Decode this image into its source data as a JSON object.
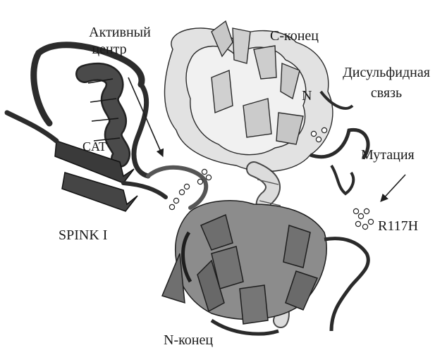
{
  "figure": {
    "labels": {
      "active_center_line1": "Активный",
      "active_center_line2": "центр",
      "c_terminus": "С-конец",
      "disulfide_line1": "Дисульфидная",
      "disulfide_line2": "связь",
      "n_inner": "N",
      "cat": "CAT",
      "mutation": "Мутация",
      "r117h": "R117H",
      "spink": "SPINK I",
      "n_terminus": "N-конец"
    },
    "colors": {
      "dark_domain": "#3c3c3c",
      "light_domain": "#d2d2d2",
      "mid_domain": "#7a7a7a",
      "outline": "#1e1e1e"
    }
  }
}
